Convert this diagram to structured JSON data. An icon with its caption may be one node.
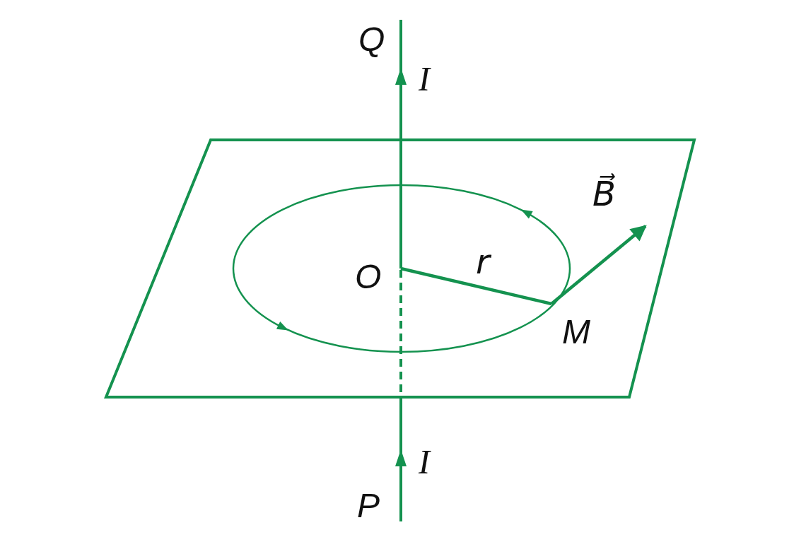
{
  "diagram": {
    "labels": [
      "Q",
      "I",
      "B⃗",
      "r",
      "O",
      "M",
      "I",
      "P"
    ]
  }
}
